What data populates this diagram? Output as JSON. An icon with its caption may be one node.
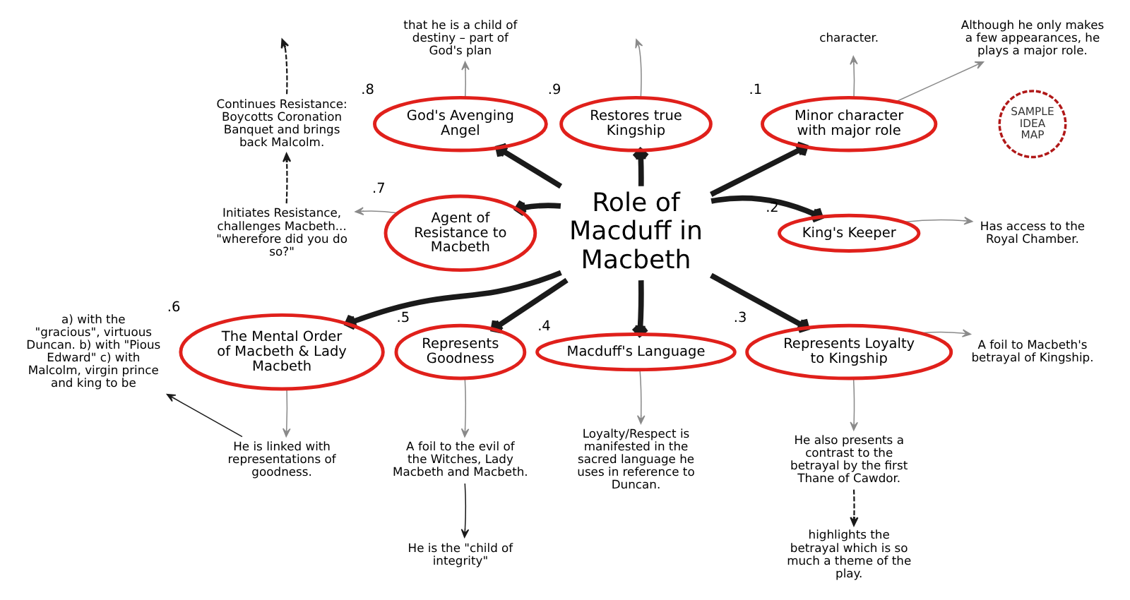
{
  "diagram": {
    "nodes": [
      {
        "text": [
          "Role of Macduff in Macbeth"
        ]
      },
      {
        "text": [
          "Minor character with major role"
        ],
        "beside": [
          ".1"
        ]
      },
      {
        "text": [
          "King's Keeper"
        ],
        "beside": [
          ".2"
        ]
      },
      {
        "text": [
          "Represents Loyalty to Kingship"
        ],
        "beside": [
          ".3"
        ]
      },
      {
        "text": [
          "Macduff's Language"
        ],
        "beside": [
          ".4"
        ]
      },
      {
        "text": [
          "Represents Goodness"
        ],
        "beside": [
          ".5"
        ]
      },
      {
        "text": [
          "The Mental Order of Macbeth & Lady Macbeth"
        ],
        "beside": [
          ".6"
        ]
      },
      {
        "text": [
          "Agent of Resistance to Macbeth"
        ],
        "beside": [
          ".7"
        ]
      },
      {
        "text": [
          "God's Avenging Angel"
        ],
        "beside": [
          ".8"
        ]
      },
      {
        "text": [
          "Restores true Kingship"
        ],
        "beside": [
          ".9"
        ]
      },
      {
        "text": [
          "character."
        ]
      },
      {
        "text": [
          "Although he only makes a few appearances, he plays a major role."
        ]
      },
      {
        "text": [
          "Has access to the Royal Chamber."
        ]
      },
      {
        "text": [
          "A foil to Macbeth's betrayal of Kingship."
        ]
      },
      {
        "text": [
          "He also presents a contrast to the betrayal by the first Thane of Cawdor."
        ]
      },
      {
        "text": [
          "highlights the betrayal which is so much a theme of the play."
        ]
      },
      {
        "text": [
          "Loyalty/Respect is manifested in the sacred language he uses in reference to Duncan."
        ]
      },
      {
        "text": [
          "A foil to the evil of the Witches, Lady Macbeth and Macbeth."
        ]
      },
      {
        "text": [
          "He is the \"child of integrity\""
        ]
      },
      {
        "text": [
          "He is linked with representations of goodness."
        ]
      },
      {
        "text": [
          "a) with the \"gracious\", virtuous Duncan. b) with \"Pious Edward\" c) with Malcolm, virgin prince and king to be"
        ]
      },
      {
        "text": [
          "Initiates Resistance, challenges Macbeth... \"wherefore did you do so?\""
        ]
      },
      {
        "text": [
          "Continues Resistance: Boycotts Coronation Banquet and brings back Malcolm."
        ]
      },
      {
        "text": [
          "that he is a child of destiny – part of God's plan"
        ]
      },
      {
        "text": [
          "SAMPLE IDEA MAP"
        ]
      }
    ],
    "edges": [
      {
        "from": 0,
        "to": 1,
        "arrow": "to",
        "style": "thick"
      },
      {
        "from": 0,
        "to": 2,
        "arrow": "to",
        "style": "thick"
      },
      {
        "from": 0,
        "to": 3,
        "arrow": "to",
        "style": "thick"
      },
      {
        "from": 0,
        "to": 4,
        "arrow": "to",
        "style": "thick"
      },
      {
        "from": 0,
        "to": 5,
        "arrow": "to",
        "style": "thick"
      },
      {
        "from": 0,
        "to": 6,
        "arrow": "to",
        "style": "thick"
      },
      {
        "from": 0,
        "to": 7,
        "arrow": "to",
        "style": "thick"
      },
      {
        "from": 0,
        "to": 8,
        "arrow": "to",
        "style": "thick"
      },
      {
        "from": 0,
        "to": 9,
        "arrow": "to",
        "style": "thick"
      },
      {
        "from": 1,
        "to": 10,
        "arrow": "to",
        "color": "#8a8a8a"
      },
      {
        "from": 1,
        "to": 11,
        "arrow": "to",
        "color": "#8a8a8a"
      },
      {
        "from": 2,
        "to": 12,
        "arrow": "to",
        "color": "#8a8a8a"
      },
      {
        "from": 3,
        "to": 13,
        "arrow": "to",
        "color": "#8a8a8a"
      },
      {
        "from": 3,
        "to": 14,
        "arrow": "to",
        "color": "#8a8a8a"
      },
      {
        "from": 14,
        "to": 15,
        "arrow": "to",
        "style": "dashed"
      },
      {
        "from": 4,
        "to": 16,
        "arrow": "to",
        "color": "#8a8a8a"
      },
      {
        "from": 5,
        "to": 17,
        "arrow": "to",
        "color": "#8a8a8a"
      },
      {
        "from": 17,
        "to": 18,
        "arrow": "to"
      },
      {
        "from": 6,
        "to": 19,
        "arrow": "to",
        "color": "#8a8a8a"
      },
      {
        "from": 19,
        "to": 20,
        "arrow": "to"
      },
      {
        "from": 7,
        "to": 21,
        "arrow": "to",
        "color": "#8a8a8a"
      },
      {
        "from": 21,
        "to": 22,
        "arrow": "to",
        "style": "dashed"
      },
      {
        "from": 22,
        "to": null,
        "arrow": "to",
        "style": "dashed"
      },
      {
        "from": 8,
        "to": 23,
        "arrow": "to",
        "color": "#8a8a8a"
      },
      {
        "from": 9,
        "to": null,
        "arrow": "to",
        "color": "#8a8a8a"
      }
    ]
  }
}
